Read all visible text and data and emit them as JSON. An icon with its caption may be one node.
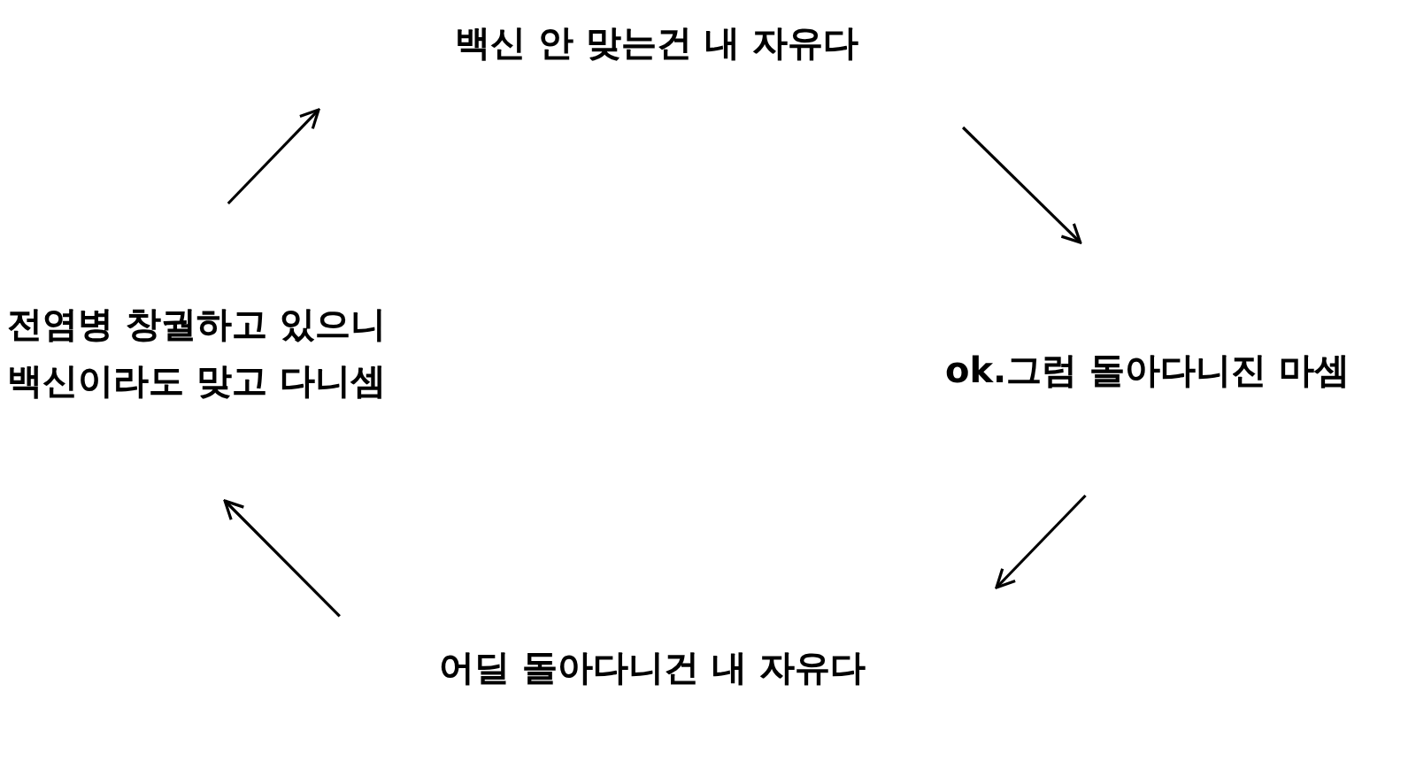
{
  "diagram": {
    "nodes": [
      {
        "text": [
          "백신 안 맞는건 내 자유다"
        ]
      },
      {
        "text": [
          "ok.그럼 돌아다니진 마셈"
        ]
      },
      {
        "text": [
          "어딜 돌아다니건 내 자유다"
        ]
      },
      {
        "text": [
          "전염병 창궐하고 있으니 백신이라도 맞고 다니셈"
        ]
      }
    ],
    "edges": [
      {
        "from": 3,
        "to": 0,
        "arrow": "to"
      },
      {
        "from": 0,
        "to": 1,
        "arrow": "to"
      },
      {
        "from": 1,
        "to": 2,
        "arrow": "to"
      },
      {
        "from": 2,
        "to": 3,
        "arrow": "to"
      }
    ]
  }
}
